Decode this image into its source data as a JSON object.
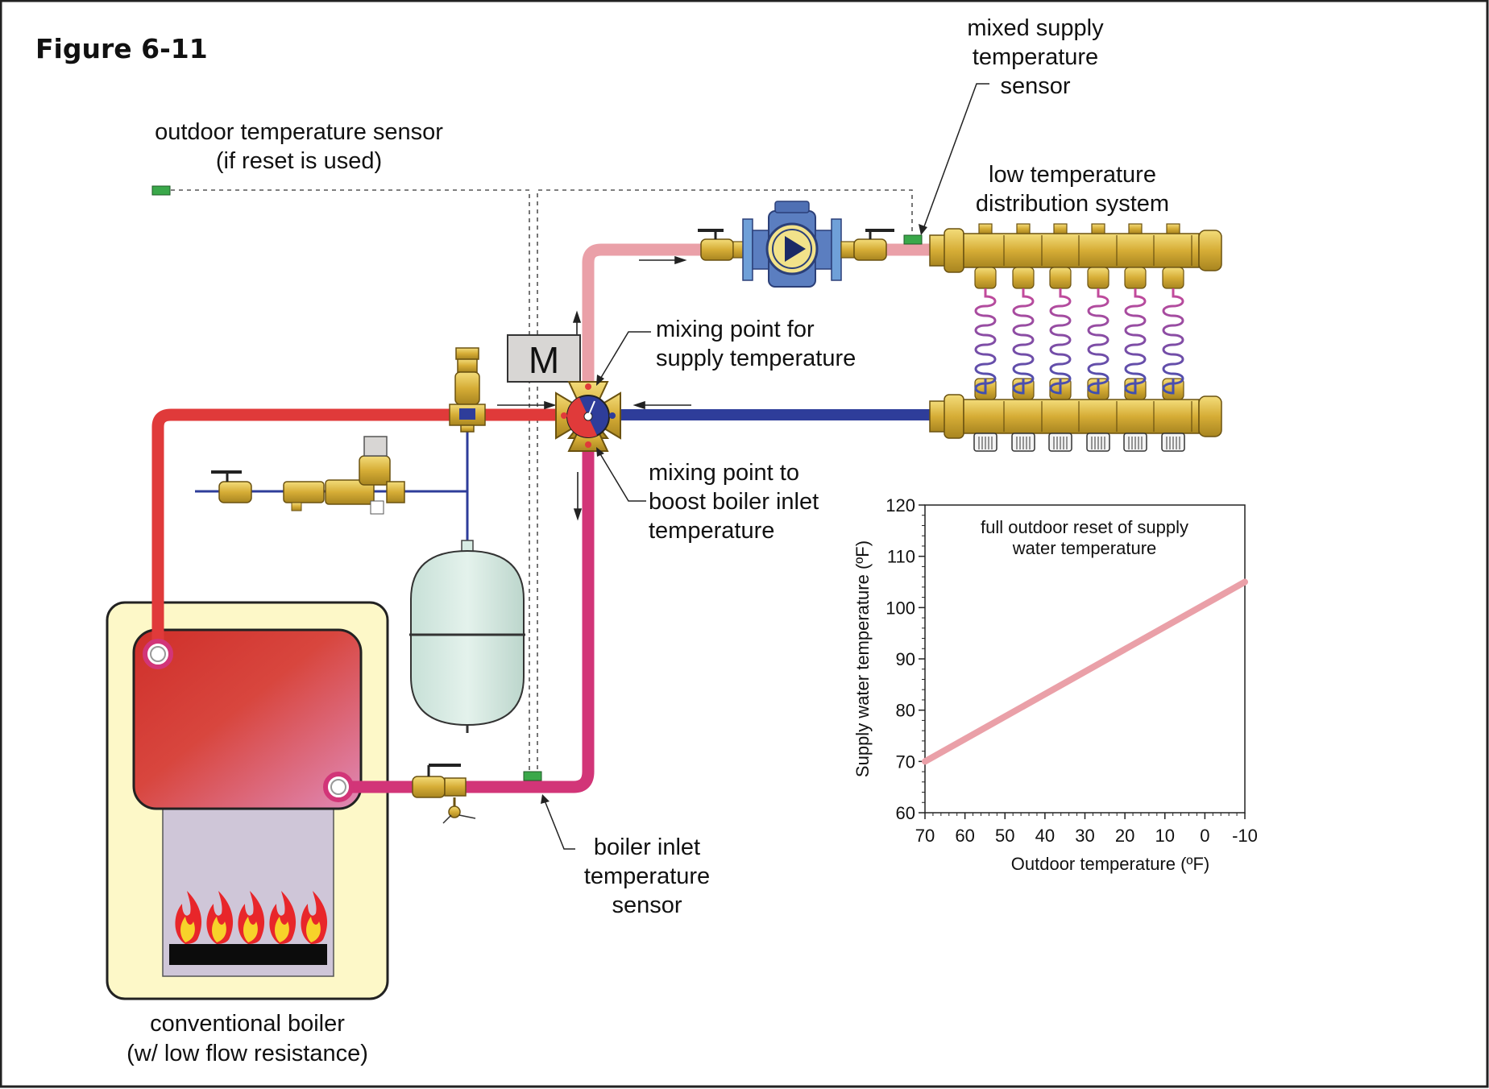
{
  "figure_label": "Figure 6-11",
  "labels": {
    "outdoor_sensor_line1": "outdoor temperature sensor",
    "outdoor_sensor_line2": "(if reset is used)",
    "mixed_supply_line1": "mixed supply",
    "mixed_supply_line2": "temperature",
    "mixed_supply_line3": "sensor",
    "low_temp_line1": "low temperature",
    "low_temp_line2": "distribution system",
    "mix_supply_line1": "mixing point for",
    "mix_supply_line2": "supply temperature",
    "mix_boost_line1": "mixing point to",
    "mix_boost_line2": "boost boiler inlet",
    "mix_boost_line3": "temperature",
    "boiler_inlet_line1": "boiler inlet",
    "boiler_inlet_line2": "temperature",
    "boiler_inlet_line3": "sensor",
    "boiler_line1": "conventional boiler",
    "boiler_line2": "(w/ low flow resistance)",
    "motor_letter": "M"
  },
  "colors": {
    "hot_pipe": "#e03a3a",
    "supply_pipe": "#eaa0a8",
    "return_pipe": "#2e3d9a",
    "boiler_return_pipe": "#d23578",
    "brass": "#d9b13a",
    "sensor": "#3aa84a",
    "boiler_cabinet": "#fdf8c8",
    "expansion_tank": "#d8ece4",
    "pump_body": "#5b7ec0"
  },
  "chart_data": {
    "type": "line",
    "title": "full outdoor reset of supply water temperature",
    "title_line1": "full outdoor reset of supply",
    "title_line2": "water temperature",
    "xlabel": "Outdoor temperature (ºF)",
    "ylabel": "Supply water temperature (ºF)",
    "x_ticks": [
      "70",
      "60",
      "50",
      "40",
      "30",
      "20",
      "10",
      "0",
      "-10"
    ],
    "y_ticks": [
      "60",
      "70",
      "80",
      "90",
      "100",
      "110",
      "120"
    ],
    "xlim": [
      70,
      -10
    ],
    "ylim": [
      60,
      120
    ],
    "series": [
      {
        "x": [
          70,
          -10
        ],
        "y": [
          70,
          105
        ],
        "color": "#eaa0a8"
      }
    ]
  }
}
